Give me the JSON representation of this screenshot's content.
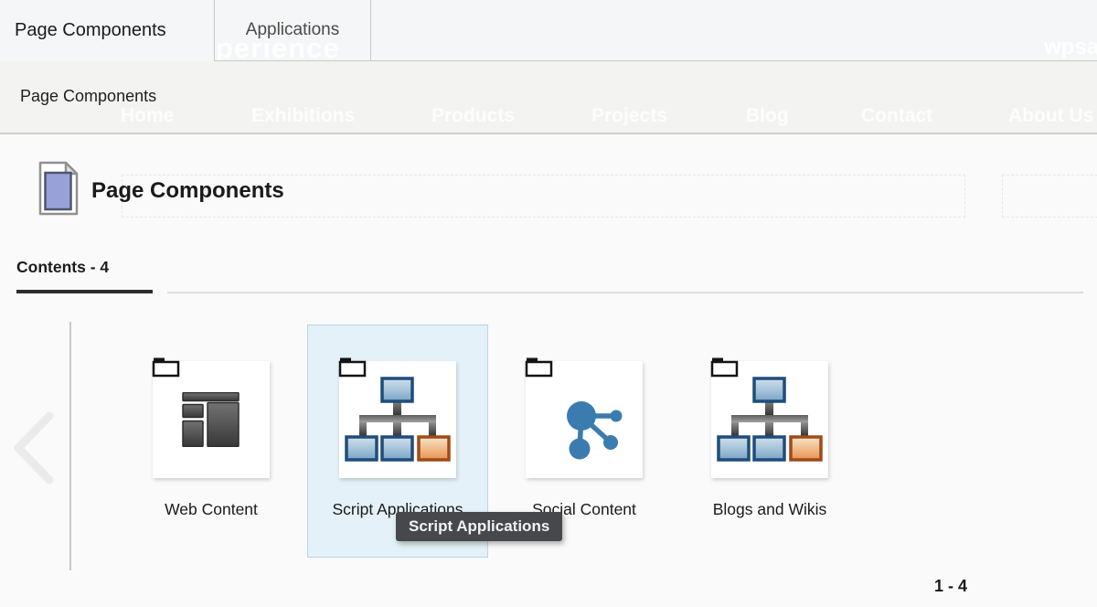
{
  "window_tabs": {
    "active": "Page Components",
    "inactive": "Applications"
  },
  "topbar_ghosts": {
    "watermark_fragment": "perience",
    "user_fragment": "wpsa"
  },
  "breadcrumb": {
    "title": "Page Components",
    "ghost_nav": [
      "Home",
      "Exhibitions",
      "Products",
      "Projects",
      "Blog",
      "Contact",
      "About Us"
    ]
  },
  "page": {
    "title": "Page Components",
    "icon": "page-document-icon"
  },
  "contents_tab": {
    "label": "Contents - 4"
  },
  "items": [
    {
      "label": "Web Content",
      "icon": "web-content-layout-icon",
      "selected": false
    },
    {
      "label": "Script Applications",
      "icon": "hierarchy-sitemap-icon",
      "selected": true
    },
    {
      "label": "Social Content",
      "icon": "share-network-icon",
      "selected": false
    },
    {
      "label": "Blogs and Wikis",
      "icon": "hierarchy-sitemap-icon",
      "selected": false
    }
  ],
  "tooltip": {
    "text": "Script Applications"
  },
  "pager": {
    "range_label": "1 - 4"
  },
  "colors": {
    "topbar_bg": "#f5f6f7",
    "bar2_bg": "#f3f4f2",
    "main_bg": "#fafafa",
    "selection_bg": "#e4f1f8",
    "selection_border": "#b9d6e2",
    "tooltip_bg": "#46484c",
    "icon_blue": "#3a7cb0",
    "box_border_blue": "#1f4d7a",
    "box_border_orange": "#a04a18",
    "page_icon_fill": "#99a1d9"
  }
}
